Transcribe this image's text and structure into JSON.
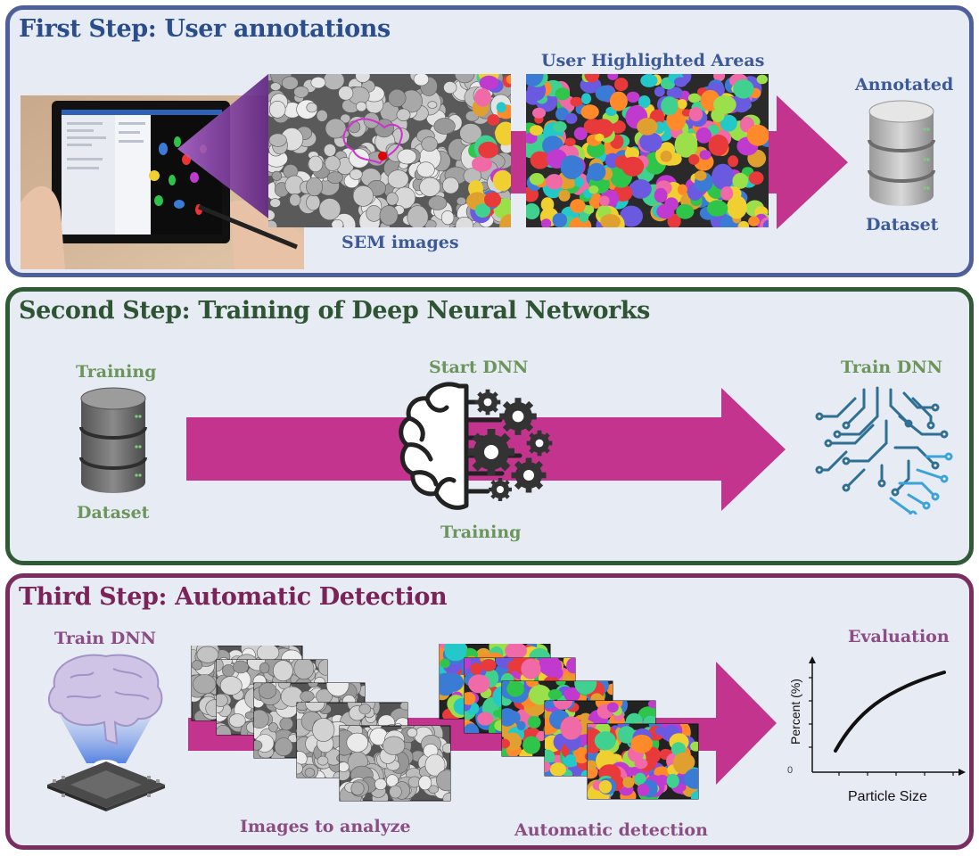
{
  "step1": {
    "title": "First Step: User annotations",
    "highlighted_label": "User Highlighted Areas",
    "sem_label": "SEM images",
    "annotated_label": "Annotated",
    "dataset_label": "Dataset"
  },
  "step2": {
    "title": "Second Step: Training of Deep Neural Networks",
    "training_label": "Training",
    "dataset_label": "Dataset",
    "start_dnn_label": "Start DNN",
    "training_sub_label": "Training",
    "train_dnn_label": "Train DNN"
  },
  "step3": {
    "title": "Third Step: Automatic Detection",
    "train_dnn_label": "Train DNN",
    "images_label": "Images to analyze",
    "detection_label": "Automatic detection",
    "evaluation_label": "Evaluation",
    "y_axis_label": "Percent (%)",
    "x_axis_label": "Particle Size",
    "origin_label": "0"
  },
  "colors": {
    "arrow": "#c2348e",
    "step1_border": "#4f5f9c",
    "step2_border": "#2f5a35",
    "step3_border": "#7a2d5e",
    "panel_bg": "#e7ebf4"
  }
}
